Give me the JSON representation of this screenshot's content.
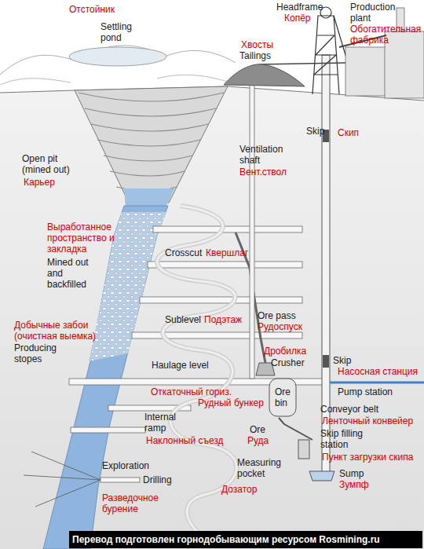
{
  "diagram": {
    "nodes": [
      {
        "text": [
          "Перевод подготовлен горнодобывающим ресурсом Rosmining.ru"
        ]
      }
    ],
    "labels": [
      "Отстойник",
      "Settling pond",
      "Headframe",
      "Копёр",
      "Production plant",
      "Обогатительная фабрика",
      "Хвосты",
      "Tailings",
      "Skip",
      "Скип",
      "Ventilation shaft",
      "Вент.ствол",
      "Open pit (mined out)",
      "Карьер",
      "Выработанное пространство и закладка",
      "Mined out and backfilled",
      "Crosscut",
      "Квершлаг",
      "Sublevel",
      "Подэтаж",
      "Добычные забои (очистная выемка)",
      "Producing stopes",
      "Ore pass",
      "Рудоспуск",
      "Дробилка",
      "Crusher",
      "Skip",
      "Haulage level",
      "Откаточный гориз.",
      "Ore bin",
      "Насосная станция",
      "Pump station",
      "Internal ramp",
      "Рудный бункер",
      "Conveyor belt",
      "Ленточный конвейер",
      "Наклонный съезд",
      "Skip filling station",
      "Ore",
      "Руда",
      "Пункт загрузки скипа",
      "Measuring pocket",
      "Sump",
      "Зумпф",
      "Exploration",
      "Drilling",
      "Дозатор",
      "Разведочное бурение"
    ]
  }
}
